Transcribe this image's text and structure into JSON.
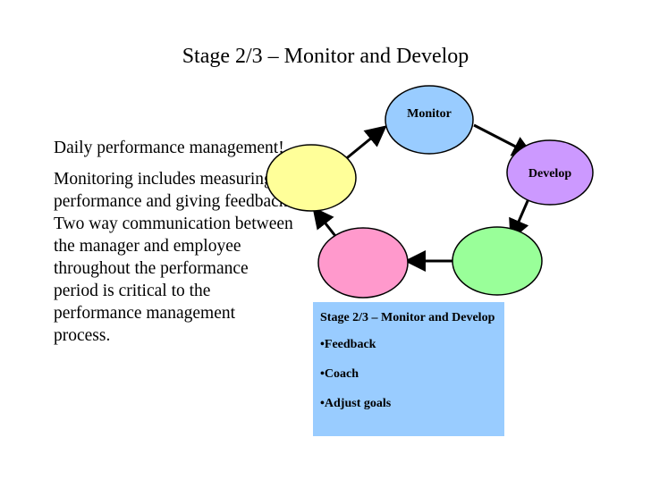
{
  "title": "Stage 2/3 – Monitor and Develop",
  "left_text": {
    "heading": "Daily performance management!",
    "body": "Monitoring includes measuring performance and giving feedback.  Two way communication between the manager and employee throughout the performance period is critical to the performance management process."
  },
  "cycle": {
    "nodes": [
      {
        "id": "monitor",
        "label": "Monitor",
        "color": "#99ccff"
      },
      {
        "id": "develop",
        "label": "Develop",
        "color": "#cc99ff"
      },
      {
        "id": "green",
        "label": "",
        "color": "#99ff99"
      },
      {
        "id": "pink",
        "label": "",
        "color": "#ff99cc"
      },
      {
        "id": "yellow",
        "label": "",
        "color": "#ffff99"
      }
    ]
  },
  "callout": {
    "title": "Stage 2/3 – Monitor and Develop",
    "items": [
      "Feedback",
      "Coach",
      "Adjust goals"
    ],
    "color": "#99ccff"
  }
}
